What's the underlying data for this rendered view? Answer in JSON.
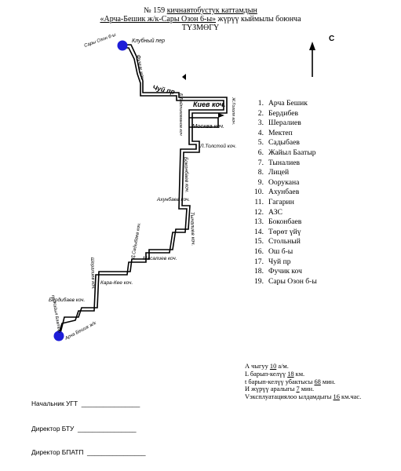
{
  "header": {
    "line1_prefix": "№ 159 ",
    "line1_underlined": "кичнавтобустук каттамдын",
    "line2_underlined": "«Арча-Бешик ж/к-Сары Озон 6-ы»",
    "line2_suffix": " жүрүү кыймылы боюнча",
    "line3": "ТҮЗМӨГҮ"
  },
  "north_label": "С",
  "map": {
    "streets": {
      "sary_ozon": "Сары Озон 6-ы",
      "klubny": "Клубный пер",
      "fuchik": "Фучик коч",
      "chuy": "Чуй пр",
      "baitik": "Б.Байтикоманов коч",
      "kiev": "Киев коч.",
      "moskva": "Москва коч.",
      "gogol": "Ж.Гоголя коч.",
      "tolstoy": "Л.Толстой коч.",
      "bokonbaev": "Боконбаев коч.",
      "akhunbaev": "Ахунбаев коч.",
      "tynaliev": "Тыналиев коч.",
      "masaliev": "Масалиев коч.",
      "saadybaev": "Д.Садыбаев коч.",
      "kara_kee": "Кара-Кее коч.",
      "sheraliev": "Шералиев коч.",
      "berdibaev": "Бердибаев коч.",
      "jaiyl_baatyr": "пр Жайыл Баатыр",
      "archa_beshik": "Арча Бешик ж/к"
    }
  },
  "stops": [
    {
      "num": "1.",
      "name": "Арча Бешик"
    },
    {
      "num": "2.",
      "name": "Бердибев"
    },
    {
      "num": "3.",
      "name": "Шералиев"
    },
    {
      "num": "4.",
      "name": "Мектеп"
    },
    {
      "num": "5.",
      "name": "Садыбаев"
    },
    {
      "num": "6.",
      "name": "Жайыл Баатыр"
    },
    {
      "num": "7.",
      "name": "Тыналиев"
    },
    {
      "num": "8.",
      "name": "Лицей"
    },
    {
      "num": "9.",
      "name": "Оорукана"
    },
    {
      "num": "10.",
      "name": "Ахунбаев"
    },
    {
      "num": "11.",
      "name": "Гагарин"
    },
    {
      "num": "12.",
      "name": "АЗС"
    },
    {
      "num": "13.",
      "name": "Боконбаев"
    },
    {
      "num": "14.",
      "name": "Төрөт үйү"
    },
    {
      "num": "15.",
      "name": "Стольный"
    },
    {
      "num": "16.",
      "name": "Ош б-ы"
    },
    {
      "num": "17.",
      "name": "Чуй пр"
    },
    {
      "num": "18.",
      "name": "Фучик коч"
    },
    {
      "num": "19.",
      "name": "Сары Озон б-ы"
    }
  ],
  "info": {
    "count_prefix": "А чыгуу  ",
    "count_value": "10",
    "count_suffix": " а/м.",
    "length_prefix": "L барып-келүү  ",
    "length_value": "18",
    "length_suffix": " км.",
    "time_prefix": "t барып-келүү  убактысы  ",
    "time_value": "68",
    "time_suffix": " мин.",
    "interval_prefix": "И жүрүү аралыгы  ",
    "interval_value": "7",
    "interval_suffix": "  мин.",
    "speed_prefix": "Vэксплуатациялоо  ылдамдыгы  ",
    "speed_value": "16",
    "speed_suffix": " км.час."
  },
  "signatures": [
    {
      "label": "Начальник УГТ",
      "line": "________________"
    },
    {
      "label": "Директор  БТУ",
      "line": "________________"
    },
    {
      "label": "Директор БПАТП",
      "line": "________________"
    }
  ]
}
